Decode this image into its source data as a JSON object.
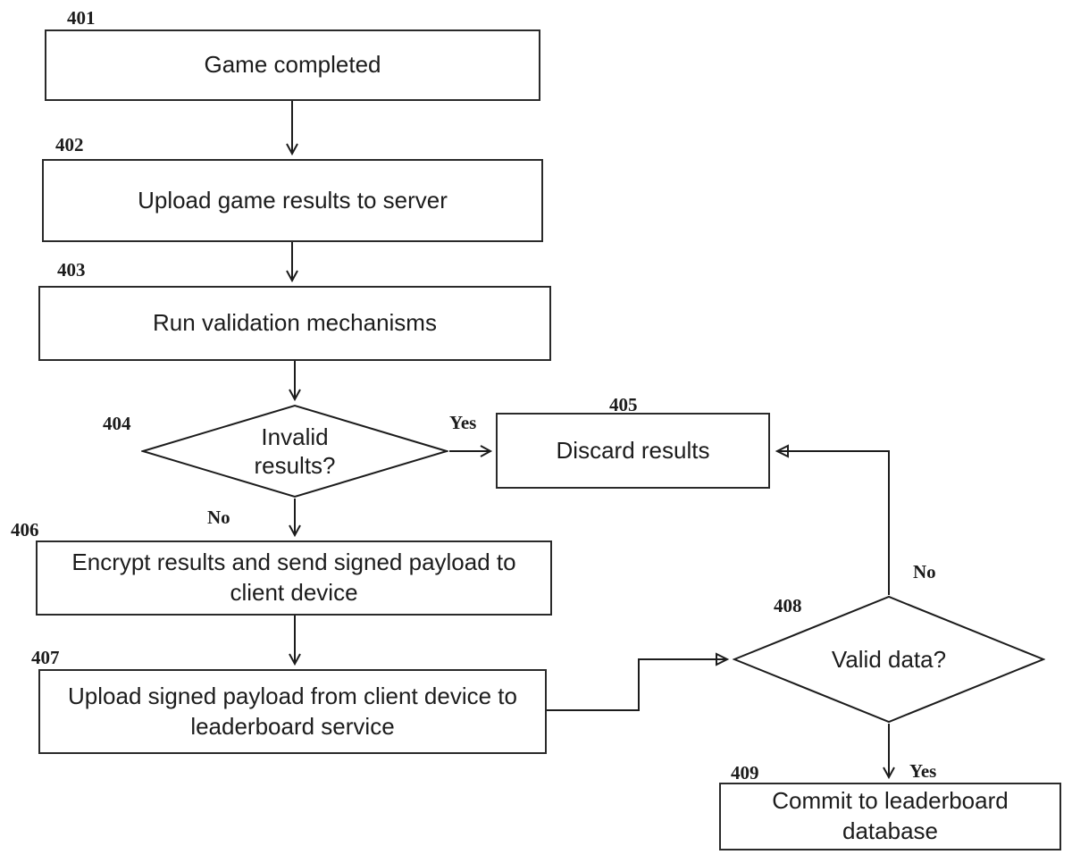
{
  "nodes": {
    "n401": {
      "ref": "401",
      "label": "Game completed",
      "type": "process"
    },
    "n402": {
      "ref": "402",
      "label": "Upload game results to server",
      "type": "process"
    },
    "n403": {
      "ref": "403",
      "label": "Run validation mechanisms",
      "type": "process"
    },
    "n404": {
      "ref": "404",
      "label": "Invalid results?",
      "type": "decision"
    },
    "n405": {
      "ref": "405",
      "label": "Discard results",
      "type": "process"
    },
    "n406": {
      "ref": "406",
      "label": "Encrypt results and send signed payload to client device",
      "type": "process"
    },
    "n407": {
      "ref": "407",
      "label": "Upload signed payload from client device to leaderboard service",
      "type": "process"
    },
    "n408": {
      "ref": "408",
      "label": "Valid data?",
      "type": "decision"
    },
    "n409": {
      "ref": "409",
      "label": "Commit to leaderboard database",
      "type": "process"
    }
  },
  "edge_labels": {
    "invalid_yes": "Yes",
    "invalid_no": "No",
    "valid_no": "No",
    "valid_yes": "Yes"
  },
  "colors": {
    "line": "#1c1c1c",
    "background": "#ffffff",
    "text": "#1c1c1c"
  }
}
